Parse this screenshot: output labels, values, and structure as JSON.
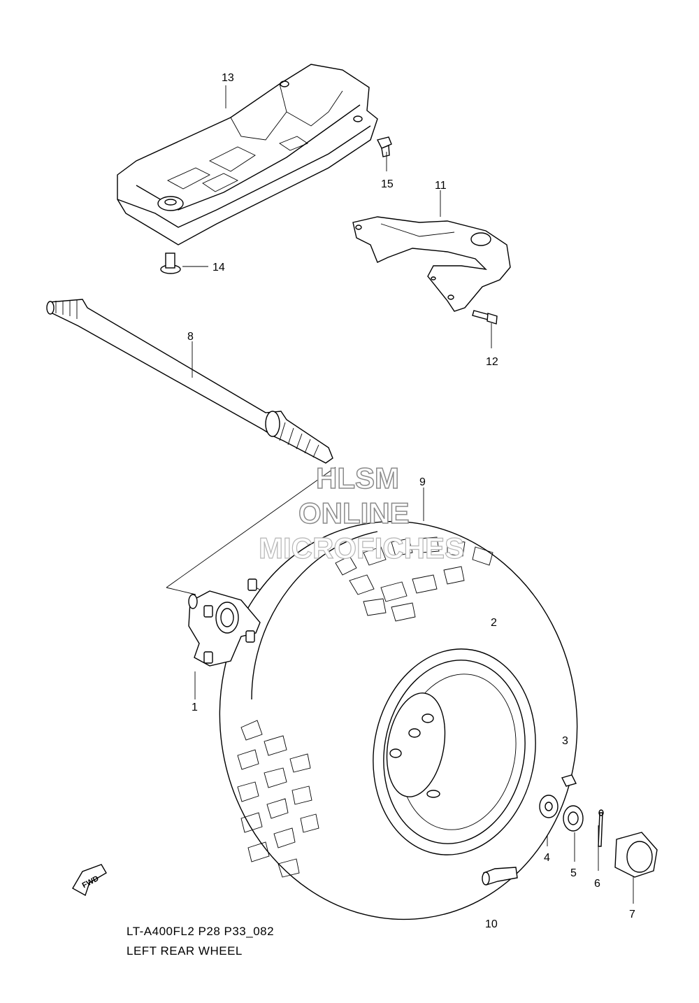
{
  "diagram": {
    "part_numbers": [
      "1",
      "2",
      "3",
      "4",
      "5",
      "6",
      "7",
      "8",
      "9",
      "10",
      "11",
      "12",
      "13",
      "14",
      "15"
    ],
    "watermark": [
      "HLSM",
      "ONLINE",
      "MICROFICHES"
    ],
    "fwd_label": "FWD",
    "caption_line1": "LT-A400FL2 P28 P33_082",
    "caption_line2": "LEFT REAR WHEEL"
  }
}
